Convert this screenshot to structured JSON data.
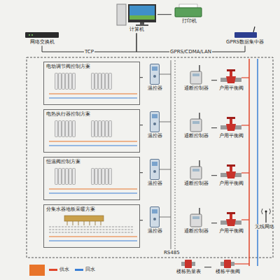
{
  "diagram": {
    "nodes": [
      {
        "text": [
          "计算机"
        ]
      },
      {
        "text": [
          "打印机"
        ]
      },
      {
        "text": [
          "网络交换机"
        ]
      },
      {
        "text": [
          "GPRS数据集中器"
        ]
      },
      {
        "text": [
          "电动调节阀控制方案"
        ]
      },
      {
        "text": [
          "温控器"
        ]
      },
      {
        "text": [
          "通断控制器"
        ]
      },
      {
        "text": [
          "户用平衡阀"
        ]
      },
      {
        "text": [
          "电热执行器控制方案"
        ]
      },
      {
        "text": [
          "温控器"
        ]
      },
      {
        "text": [
          "通断控制器"
        ]
      },
      {
        "text": [
          "户用平衡阀"
        ]
      },
      {
        "text": [
          "恒温阀控制方案"
        ]
      },
      {
        "text": [
          "温控器"
        ]
      },
      {
        "text": [
          "通断控制器"
        ]
      },
      {
        "text": [
          "户用平衡阀"
        ]
      },
      {
        "text": [
          "分集水器地板采暖方案"
        ]
      },
      {
        "text": [
          "温控器"
        ]
      },
      {
        "text": [
          "通断控制器"
        ]
      },
      {
        "text": [
          "户用平衡阀"
        ]
      },
      {
        "text": [
          "楼栋热量表"
        ]
      },
      {
        "text": [
          "楼栋平衡阀"
        ]
      }
    ],
    "edges": [
      {
        "from": 0,
        "to": 1,
        "arrow": "none"
      },
      {
        "from": 0,
        "to": 2,
        "label": "TCP",
        "arrow": "none"
      },
      {
        "from": 0,
        "to": 3,
        "label": "GPRS/CDMA/LAN",
        "arrow": "none"
      },
      {
        "from": 4,
        "to": 5,
        "arrow": "none"
      },
      {
        "from": 6,
        "to": 7,
        "arrow": "none"
      },
      {
        "from": 8,
        "to": 9,
        "arrow": "none"
      },
      {
        "from": 10,
        "to": 11,
        "arrow": "none"
      },
      {
        "from": 12,
        "to": 13,
        "arrow": "none"
      },
      {
        "from": 14,
        "to": 15,
        "arrow": "none"
      },
      {
        "from": 16,
        "to": 17,
        "arrow": "none"
      },
      {
        "from": 18,
        "to": 19,
        "arrow": "none"
      },
      {
        "from": 20,
        "to": 21,
        "arrow": "none"
      }
    ],
    "labels": [
      "RS485",
      "无线网络"
    ],
    "legend": [
      {
        "text": "供水",
        "color": "#e0452a"
      },
      {
        "text": "回水",
        "color": "#3a7fd5"
      }
    ]
  }
}
